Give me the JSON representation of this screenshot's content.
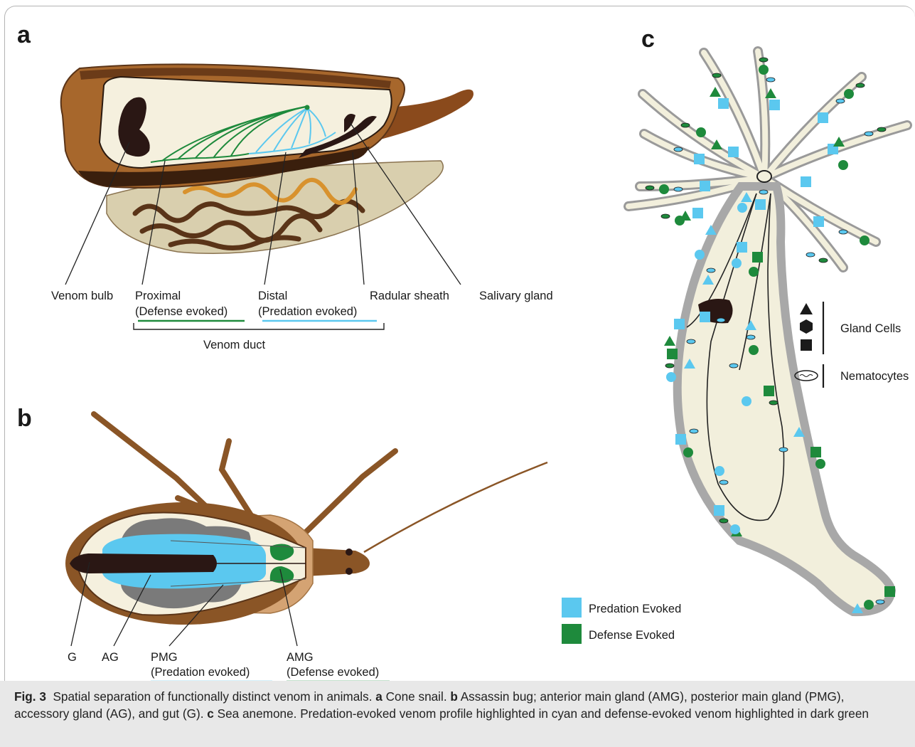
{
  "panel_a": {
    "letter": "a",
    "labels": {
      "venom_bulb": "Venom bulb",
      "proximal": "Proximal",
      "proximal_sub": "(Defense evoked)",
      "distal": "Distal",
      "distal_sub": "(Predation evoked)",
      "radular_sheath": "Radular sheath",
      "salivary_gland": "Salivary gland",
      "venom_duct": "Venom duct"
    }
  },
  "panel_b": {
    "letter": "b",
    "labels": {
      "g": "G",
      "ag": "AG",
      "pmg": "PMG",
      "pmg_sub": "(Predation evoked)",
      "amg": "AMG",
      "amg_sub": "(Defense evoked)"
    }
  },
  "panel_c": {
    "letter": "c",
    "legend": {
      "gland_cells": "Gland Cells",
      "nematocytes": "Nematocytes",
      "predation_evoked": "Predation Evoked",
      "defense_evoked": "Defense Evoked"
    }
  },
  "colors": {
    "predation": "#5bc8ef",
    "defense": "#1e8a3c",
    "anemone_body": "#f2efdc",
    "shell_cream": "#f5f0de",
    "shell_brown": "#6b3b18"
  },
  "caption": {
    "fig_label": "Fig. 3",
    "intro": "Spatial separation of functionally distinct venom in animals.",
    "a_letter": "a",
    "a_text": "Cone snail.",
    "b_letter": "b",
    "b_text": "Assassin bug; anterior main gland (AMG), posterior main gland (PMG), accessory gland (AG), and gut (G).",
    "c_letter": "c",
    "c_text": "Sea anemone. Predation-evoked venom profile highlighted in cyan and defense-evoked venom highlighted in dark green"
  }
}
